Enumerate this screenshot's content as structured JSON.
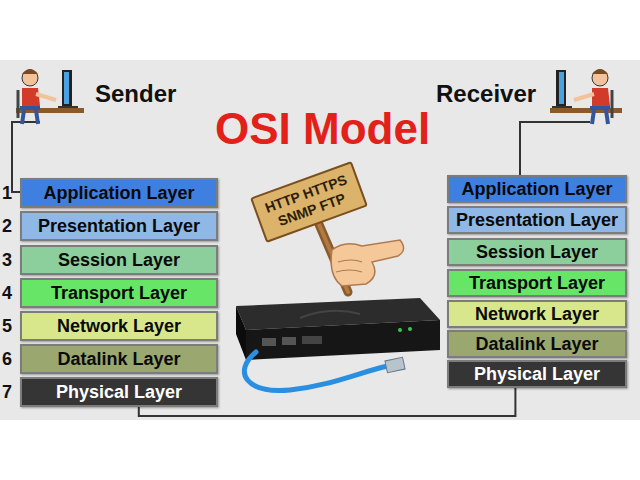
{
  "diagram": {
    "title": "OSI Model",
    "nodes": [
      {
        "text": [
          "Application Layer"
        ]
      },
      {
        "text": [
          "Presentation Layer"
        ]
      },
      {
        "text": [
          "Session Layer"
        ]
      },
      {
        "text": [
          "Transport Layer"
        ]
      },
      {
        "text": [
          "Network Layer"
        ]
      },
      {
        "text": [
          "Datalink Layer"
        ]
      },
      {
        "text": [
          "Physical Layer"
        ]
      },
      {
        "text": [
          "HTTP HTTPS SNMP FTP"
        ]
      },
      {
        "text": [
          "Application Layer"
        ]
      },
      {
        "text": [
          "Presentation Layer"
        ]
      },
      {
        "text": [
          "Session Layer"
        ]
      },
      {
        "text": [
          "Transport Layer"
        ]
      },
      {
        "text": [
          "Network Layer"
        ]
      },
      {
        "text": [
          "Datalink Layer"
        ]
      },
      {
        "text": [
          "Physical Layer"
        ]
      }
    ],
    "edges": [
      {
        "from": 6,
        "to": 14,
        "arrow": "none"
      }
    ],
    "labels": [
      "Sender",
      "Receiver",
      "1",
      "2",
      "3",
      "4",
      "5",
      "6",
      "7"
    ]
  }
}
